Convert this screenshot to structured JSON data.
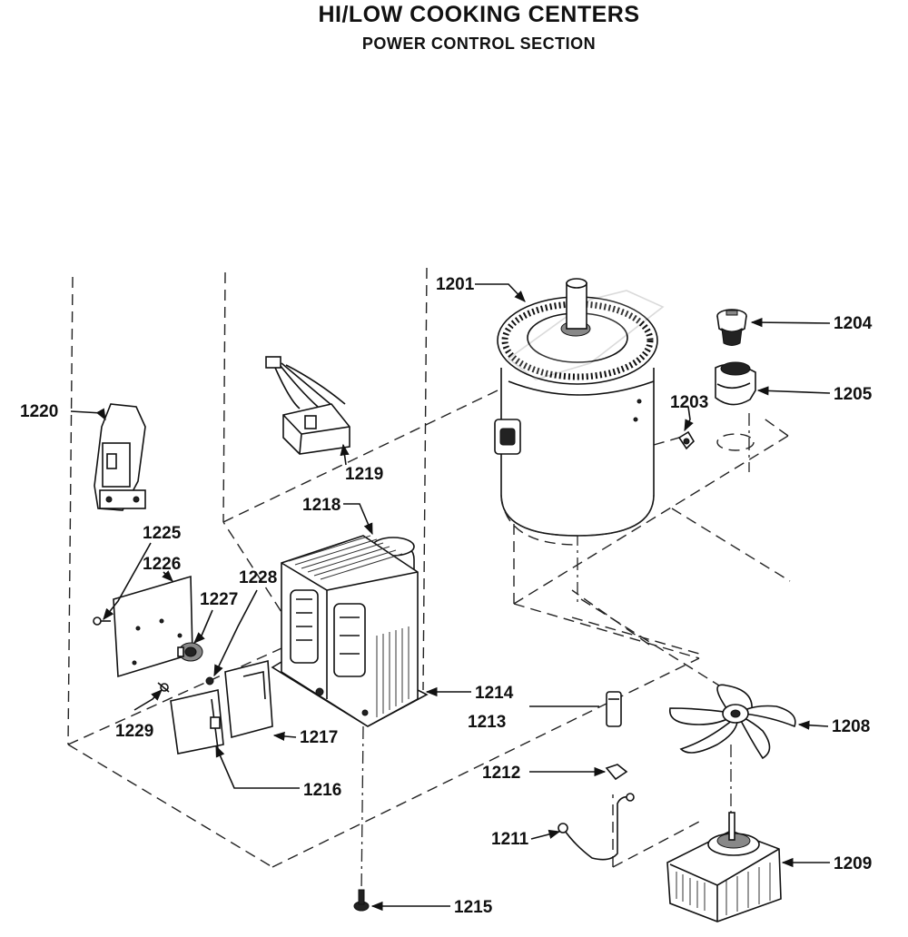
{
  "header": {
    "title": "HI/LOW COOKING CENTERS",
    "subtitle": "POWER CONTROL SECTION"
  },
  "parts": [
    {
      "id": "1201"
    },
    {
      "id": "1203"
    },
    {
      "id": "1204"
    },
    {
      "id": "1205"
    },
    {
      "id": "1208"
    },
    {
      "id": "1209"
    },
    {
      "id": "1211"
    },
    {
      "id": "1212"
    },
    {
      "id": "1213"
    },
    {
      "id": "1214"
    },
    {
      "id": "1215"
    },
    {
      "id": "1216"
    },
    {
      "id": "1217"
    },
    {
      "id": "1218"
    },
    {
      "id": "1219"
    },
    {
      "id": "1220"
    },
    {
      "id": "1225"
    },
    {
      "id": "1226"
    },
    {
      "id": "1227"
    },
    {
      "id": "1228"
    },
    {
      "id": "1229"
    }
  ]
}
